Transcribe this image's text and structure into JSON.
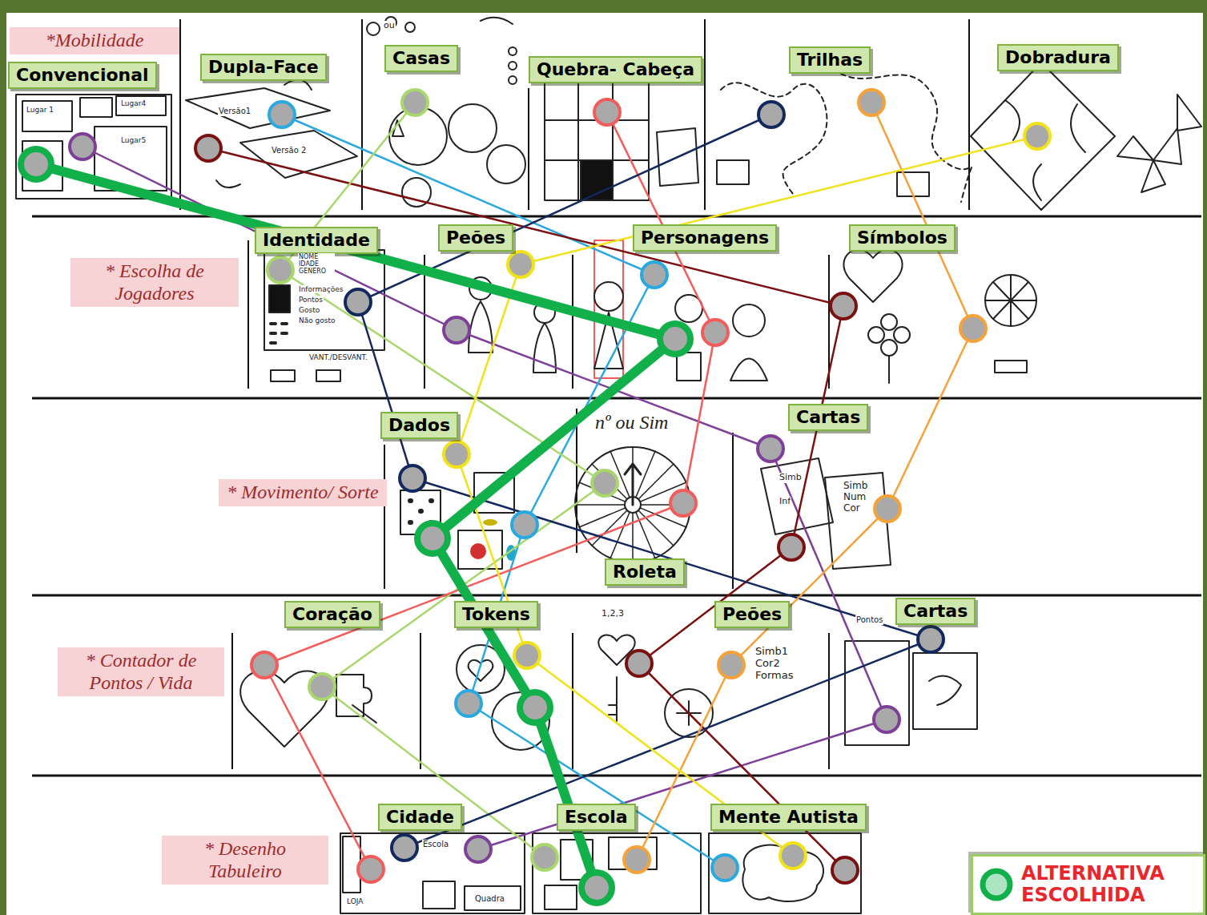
{
  "diagram": {
    "nodes": [
      {
        "text": [
          "*Mobilidade"
        ]
      },
      {
        "text": [
          "Convencional"
        ]
      },
      {
        "text": [
          "Dupla-Face"
        ]
      },
      {
        "text": [
          "Casas"
        ]
      },
      {
        "text": [
          "Quebra- Cabeça"
        ]
      },
      {
        "text": [
          "Trilhas"
        ]
      },
      {
        "text": [
          "Dobradura"
        ]
      },
      {
        "text": [
          "* Escolha de Jogadores"
        ]
      },
      {
        "text": [
          "Identidade"
        ]
      },
      {
        "text": [
          "Peões"
        ]
      },
      {
        "text": [
          "Personagens"
        ]
      },
      {
        "text": [
          "Símbolos"
        ]
      },
      {
        "text": [
          "* Movimento/ Sorte"
        ]
      },
      {
        "text": [
          "Dados"
        ]
      },
      {
        "text": [
          "Roleta"
        ]
      },
      {
        "text": [
          "Cartas"
        ]
      },
      {
        "text": [
          "* Contador de Pontos / Vida"
        ]
      },
      {
        "text": [
          "Coração"
        ]
      },
      {
        "text": [
          "Tokens"
        ]
      },
      {
        "text": [
          "Peões"
        ]
      },
      {
        "text": [
          "Cartas"
        ]
      },
      {
        "text": [
          "* Desenho Tabuleiro"
        ]
      },
      {
        "text": [
          "Cidade"
        ]
      },
      {
        "text": [
          "Escola"
        ]
      },
      {
        "text": [
          "Mente Autista"
        ]
      }
    ],
    "edges": [
      {
        "from": 1,
        "to": 9,
        "arrow": "none"
      },
      {
        "from": 9,
        "to": 15,
        "arrow": "none"
      },
      {
        "from": 15,
        "to": 20,
        "arrow": "none"
      },
      {
        "from": 20,
        "to": 22,
        "arrow": "none"
      },
      {
        "from": 2,
        "to": 10,
        "arrow": "none"
      },
      {
        "from": 10,
        "to": 13,
        "arrow": "none"
      },
      {
        "from": 13,
        "to": 18,
        "arrow": "none"
      },
      {
        "from": 18,
        "to": 24,
        "arrow": "none"
      },
      {
        "from": 2,
        "to": 11,
        "arrow": "none"
      },
      {
        "from": 11,
        "to": 15,
        "arrow": "none"
      },
      {
        "from": 15,
        "to": 19,
        "arrow": "none"
      },
      {
        "from": 19,
        "to": 24,
        "arrow": "none"
      },
      {
        "from": 3,
        "to": 8,
        "arrow": "none"
      },
      {
        "from": 8,
        "to": 14,
        "arrow": "none"
      },
      {
        "from": 14,
        "to": 17,
        "arrow": "none"
      },
      {
        "from": 17,
        "to": 23,
        "arrow": "none"
      },
      {
        "from": 4,
        "to": 10,
        "arrow": "none"
      },
      {
        "from": 10,
        "to": 14,
        "arrow": "none"
      },
      {
        "from": 14,
        "to": 17,
        "arrow": "none"
      },
      {
        "from": 17,
        "to": 22,
        "arrow": "none"
      },
      {
        "from": 5,
        "to": 8,
        "arrow": "none"
      },
      {
        "from": 8,
        "to": 13,
        "arrow": "none"
      },
      {
        "from": 13,
        "to": 20,
        "arrow": "none"
      },
      {
        "from": 20,
        "to": 22,
        "arrow": "none"
      },
      {
        "from": 5,
        "to": 11,
        "arrow": "none"
      },
      {
        "from": 11,
        "to": 15,
        "arrow": "none"
      },
      {
        "from": 15,
        "to": 19,
        "arrow": "none"
      },
      {
        "from": 19,
        "to": 23,
        "arrow": "none"
      },
      {
        "from": 6,
        "to": 9,
        "arrow": "none"
      },
      {
        "from": 9,
        "to": 13,
        "arrow": "none"
      },
      {
        "from": 13,
        "to": 18,
        "arrow": "none"
      },
      {
        "from": 18,
        "to": 24,
        "arrow": "none"
      },
      {
        "from": 1,
        "to": 10,
        "arrow": "none"
      },
      {
        "from": 10,
        "to": 13,
        "arrow": "none"
      },
      {
        "from": 13,
        "to": 18,
        "arrow": "none"
      },
      {
        "from": 18,
        "to": 23,
        "arrow": "none"
      }
    ],
    "labels": [
      "Lugar 1",
      "Lugar4",
      "Lugar5",
      "Versão1",
      "Versão 2",
      "ou",
      "NOME IDADE GENERO",
      "Informações",
      "Pontos",
      "Gosto",
      "Não gosto",
      "VANT./DESVANT.",
      "nº ou Sim",
      "Simb",
      "Inf",
      "Simb Num Cor",
      "1,2,3",
      "Simb1 Cor2 Formas",
      "Pontos",
      "LOJA",
      "Escola",
      "Quadra"
    ],
    "legend": [
      {
        "text": "ALTERNATIVA ESCOLHIDA",
        "color": "#12b04a"
      }
    ]
  }
}
